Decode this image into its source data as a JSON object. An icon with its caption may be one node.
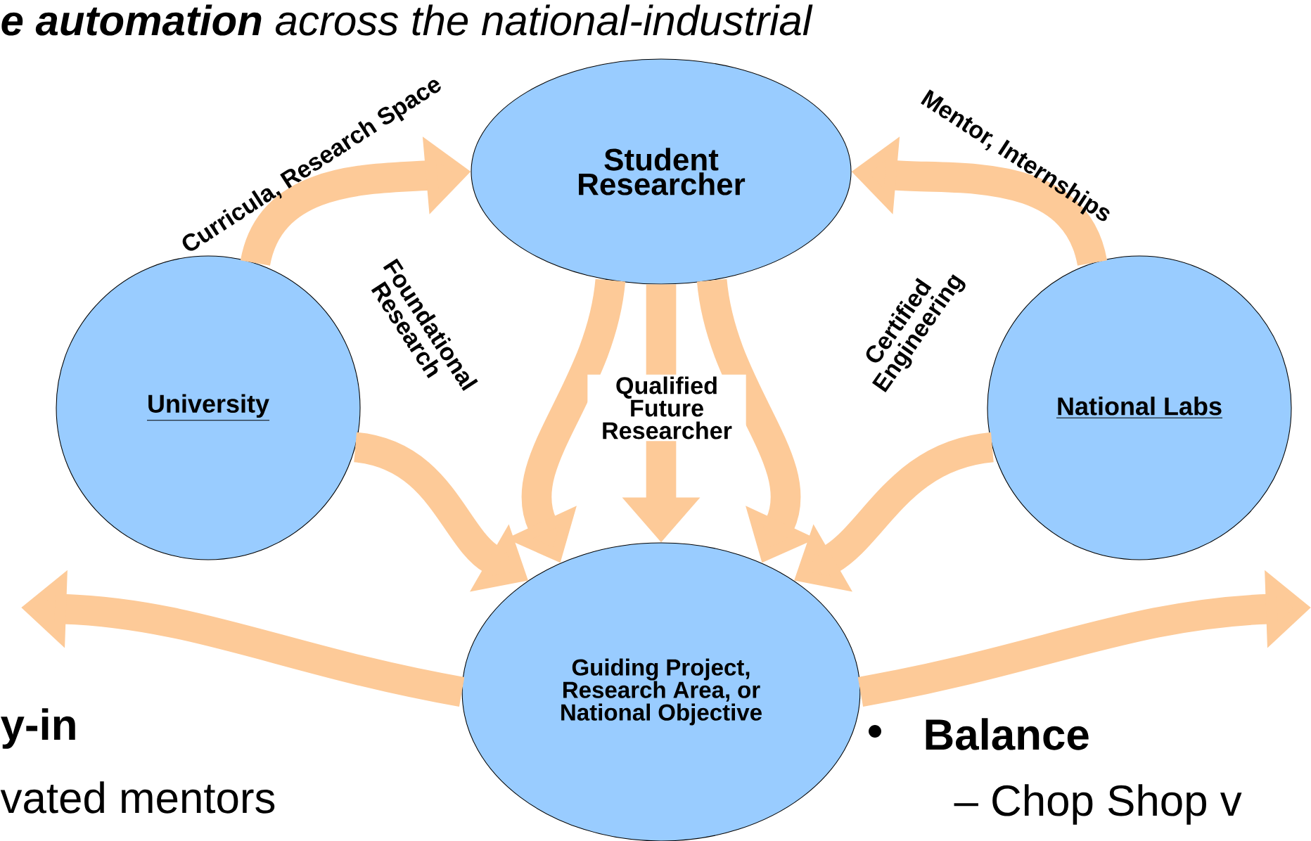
{
  "diagram": {
    "nodes": [
      {
        "text": [
          "Student Researcher"
        ]
      },
      {
        "text": [
          "University"
        ]
      },
      {
        "text": [
          "National Labs"
        ]
      },
      {
        "text": [
          "Guiding Project, Research Area, or National Objective"
        ]
      }
    ],
    "edges": [
      {
        "from": 1,
        "to": 0,
        "arrow": "to",
        "label": "Curricula, Research Space"
      },
      {
        "from": 2,
        "to": 0,
        "arrow": "to",
        "label": "Mentor, Internships"
      },
      {
        "from": 0,
        "to": 3,
        "arrow": "to",
        "label": "Foundational Research"
      },
      {
        "from": 1,
        "to": 3,
        "arrow": "to"
      },
      {
        "from": 0,
        "to": 3,
        "arrow": "to",
        "label": "Qualified Future Researcher"
      },
      {
        "from": 0,
        "to": 3,
        "arrow": "to",
        "label": "Certified Engineering"
      },
      {
        "from": 2,
        "to": 3,
        "arrow": "to"
      },
      {
        "from": 3,
        "to": null,
        "arrow": "to"
      },
      {
        "from": 3,
        "to": null,
        "arrow": "to"
      }
    ],
    "labels": [
      "**e automation** across the national-industrial",
      "y-in",
      "vated mentors",
      "Balance",
      "– Chop Shop v"
    ]
  }
}
